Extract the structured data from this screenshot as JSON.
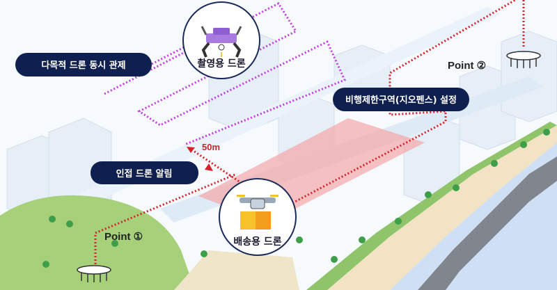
{
  "labels": {
    "multi_control": "다목적 드론 동시 관제",
    "geofence": "비행제한구역(지오펜스) 설정",
    "proximity_alert": "인접 드론 알림"
  },
  "drones": {
    "filming": "촬영용 드론",
    "delivery": "배송용 드론"
  },
  "points": {
    "point1": "Point ①",
    "point2": "Point ②"
  },
  "distance": "50m",
  "colors": {
    "pill_bg": "#0f1f4f",
    "filming_path": "#c23ce0",
    "delivery_path": "#d4212a",
    "geofence_zone": "#f4a6a6",
    "water": "#cfe0f5",
    "park": "#a6d07a"
  },
  "icons": [
    "filming-drone-icon",
    "delivery-drone-icon",
    "ground-station-icon"
  ]
}
